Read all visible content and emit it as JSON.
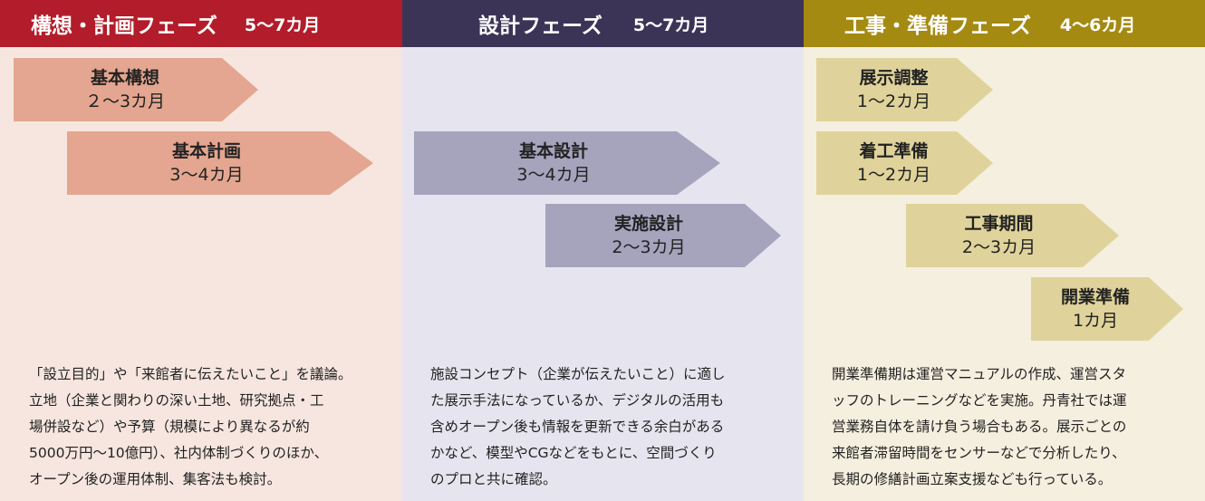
{
  "phases": [
    {
      "title": "構想・計画フェーズ",
      "duration": "5～7カ月",
      "steps": [
        {
          "name": "基本構想",
          "duration": "２～3カ月"
        },
        {
          "name": "基本計画",
          "duration": "3～4カ月"
        }
      ],
      "description_lines": [
        "「設立目的」や「来館者に伝えたいこと」を議論。",
        "立地（企業と関わりの深い土地、研究拠点・工",
        "場併設など）や予算（規模により異なるが約",
        "5000万円～10億円）、社内体制づくりのほか、",
        "オープン後の運用体制、集客法も検討。"
      ]
    },
    {
      "title": "設計フェーズ",
      "duration": "5～7カ月",
      "steps": [
        {
          "name": "基本設計",
          "duration": "3～4カ月"
        },
        {
          "name": "実施設計",
          "duration": "2～3カ月"
        }
      ],
      "description_lines": [
        "施設コンセプト（企業が伝えたいこと）に適し",
        "た展示手法になっているか、デジタルの活用も",
        "含めオープン後も情報を更新できる余白がある",
        "かなど、模型やCGなどをもとに、空間づくり",
        "のプロと共に確認。"
      ]
    },
    {
      "title": "工事・準備フェーズ",
      "duration": "4～6カ月",
      "steps": [
        {
          "name": "展示調整",
          "duration": "1～2カ月"
        },
        {
          "name": "着工準備",
          "duration": "1～2カ月"
        },
        {
          "name": "工事期間",
          "duration": "2～3カ月"
        },
        {
          "name": "開業準備",
          "duration": "1カ月"
        }
      ],
      "description_lines": [
        "開業準備期は運営マニュアルの作成、運営スタ",
        "ッフのトレーニングなどを実施。丹青社では運",
        "営業務自体を請け負う場合もある。展示ごとの",
        "来館者滞留時間をセンサーなどで分析したり、",
        "長期の修繕計画立案支援なども行っている。"
      ]
    }
  ]
}
